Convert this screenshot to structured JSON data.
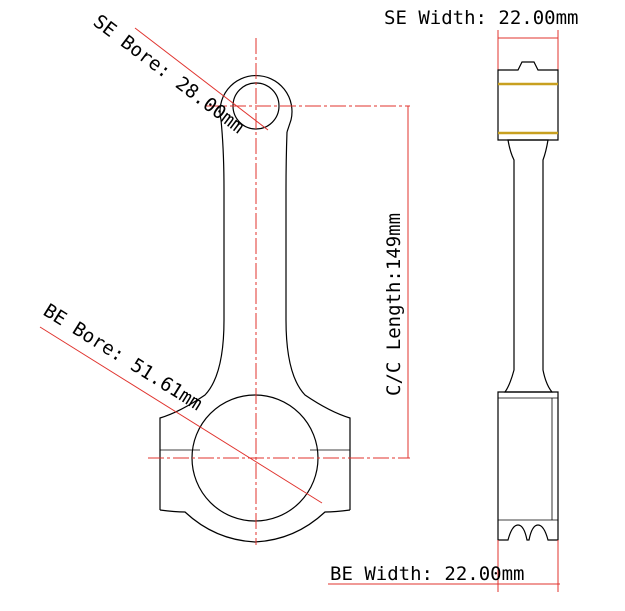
{
  "labels": {
    "se_width": "SE Width: 22.00mm",
    "se_bore": "SE Bore: 28.00mm",
    "cc_length": "C/C Length:149mm",
    "be_bore": "BE Bore: 51.61mm",
    "be_width": "BE Width: 22.00mm"
  },
  "colors": {
    "outline": "#000000",
    "centerline": "#e0332e",
    "dimension": "#e0332e",
    "bushing": "#c8a020",
    "hatch": "#7a3a3a"
  }
}
